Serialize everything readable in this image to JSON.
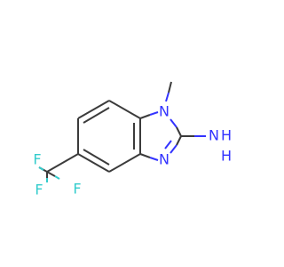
{
  "molecule": {
    "colors": {
      "carbon": "#3b3b3b",
      "nitrogen": "#3333ff",
      "fluorine": "#33cccc",
      "background": "#ffffff"
    },
    "atom_labels": {
      "n1": "N",
      "n3": "N",
      "nh2_n": "N",
      "nh2_h": "H",
      "f1": "F",
      "f2": "F",
      "f3": "F"
    }
  }
}
